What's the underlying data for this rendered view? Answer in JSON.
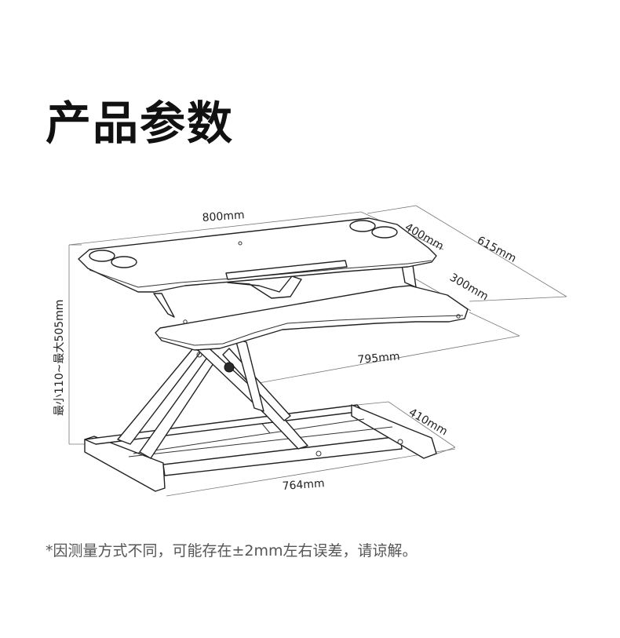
{
  "title": "产品参数",
  "dimensions": {
    "top_width": "800mm",
    "top_depth": "400mm",
    "total_depth": "615mm",
    "keyboard_depth": "300mm",
    "keyboard_width": "795mm",
    "base_depth": "410mm",
    "base_width": "764mm",
    "height_range": "最小110~最大505mm"
  },
  "note": "*因测量方式不同，可能存在±2mm左右误差，请谅解。"
}
